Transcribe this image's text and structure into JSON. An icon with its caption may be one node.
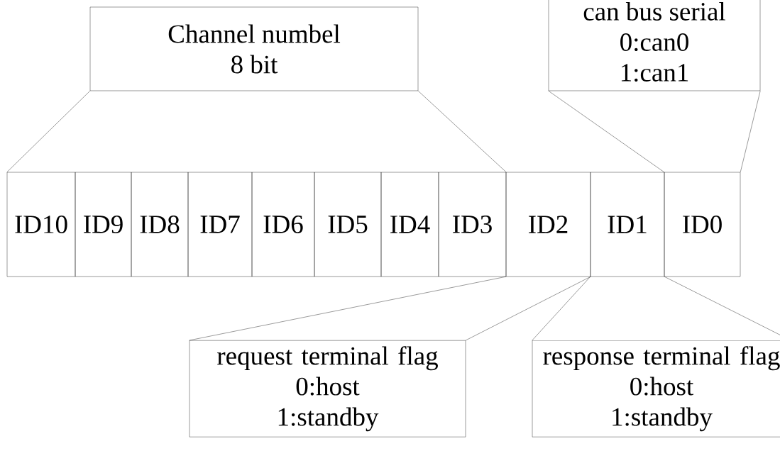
{
  "diagram": {
    "nodes": [
      {
        "text": [
          "Channel numbel",
          "8 bit"
        ]
      },
      {
        "text": [
          "can bus serial",
          "0:can0",
          "1:can1"
        ]
      },
      {
        "text": [
          "ID10"
        ]
      },
      {
        "text": [
          "ID9"
        ]
      },
      {
        "text": [
          "ID8"
        ]
      },
      {
        "text": [
          "ID7"
        ]
      },
      {
        "text": [
          "ID6"
        ]
      },
      {
        "text": [
          "ID5"
        ]
      },
      {
        "text": [
          "ID4"
        ]
      },
      {
        "text": [
          "ID3"
        ]
      },
      {
        "text": [
          "ID2"
        ]
      },
      {
        "text": [
          "ID1"
        ]
      },
      {
        "text": [
          "ID0"
        ]
      },
      {
        "text": [
          "request terminal flag",
          "0:host",
          "1:standby"
        ]
      },
      {
        "text": [
          "response terminal flag",
          "0:host",
          "1:standby"
        ]
      }
    ],
    "edges": [
      {
        "from": 0,
        "to": 2,
        "arrow": "none"
      },
      {
        "from": 0,
        "to": 9,
        "arrow": "none"
      },
      {
        "from": 1,
        "to": 12,
        "arrow": "none"
      },
      {
        "from": 1,
        "to": 12,
        "arrow": "none"
      },
      {
        "from": 10,
        "to": 13,
        "arrow": "none"
      },
      {
        "from": 10,
        "to": 13,
        "arrow": "none"
      },
      {
        "from": 11,
        "to": 14,
        "arrow": "none"
      },
      {
        "from": 11,
        "to": 14,
        "arrow": "none"
      }
    ]
  }
}
